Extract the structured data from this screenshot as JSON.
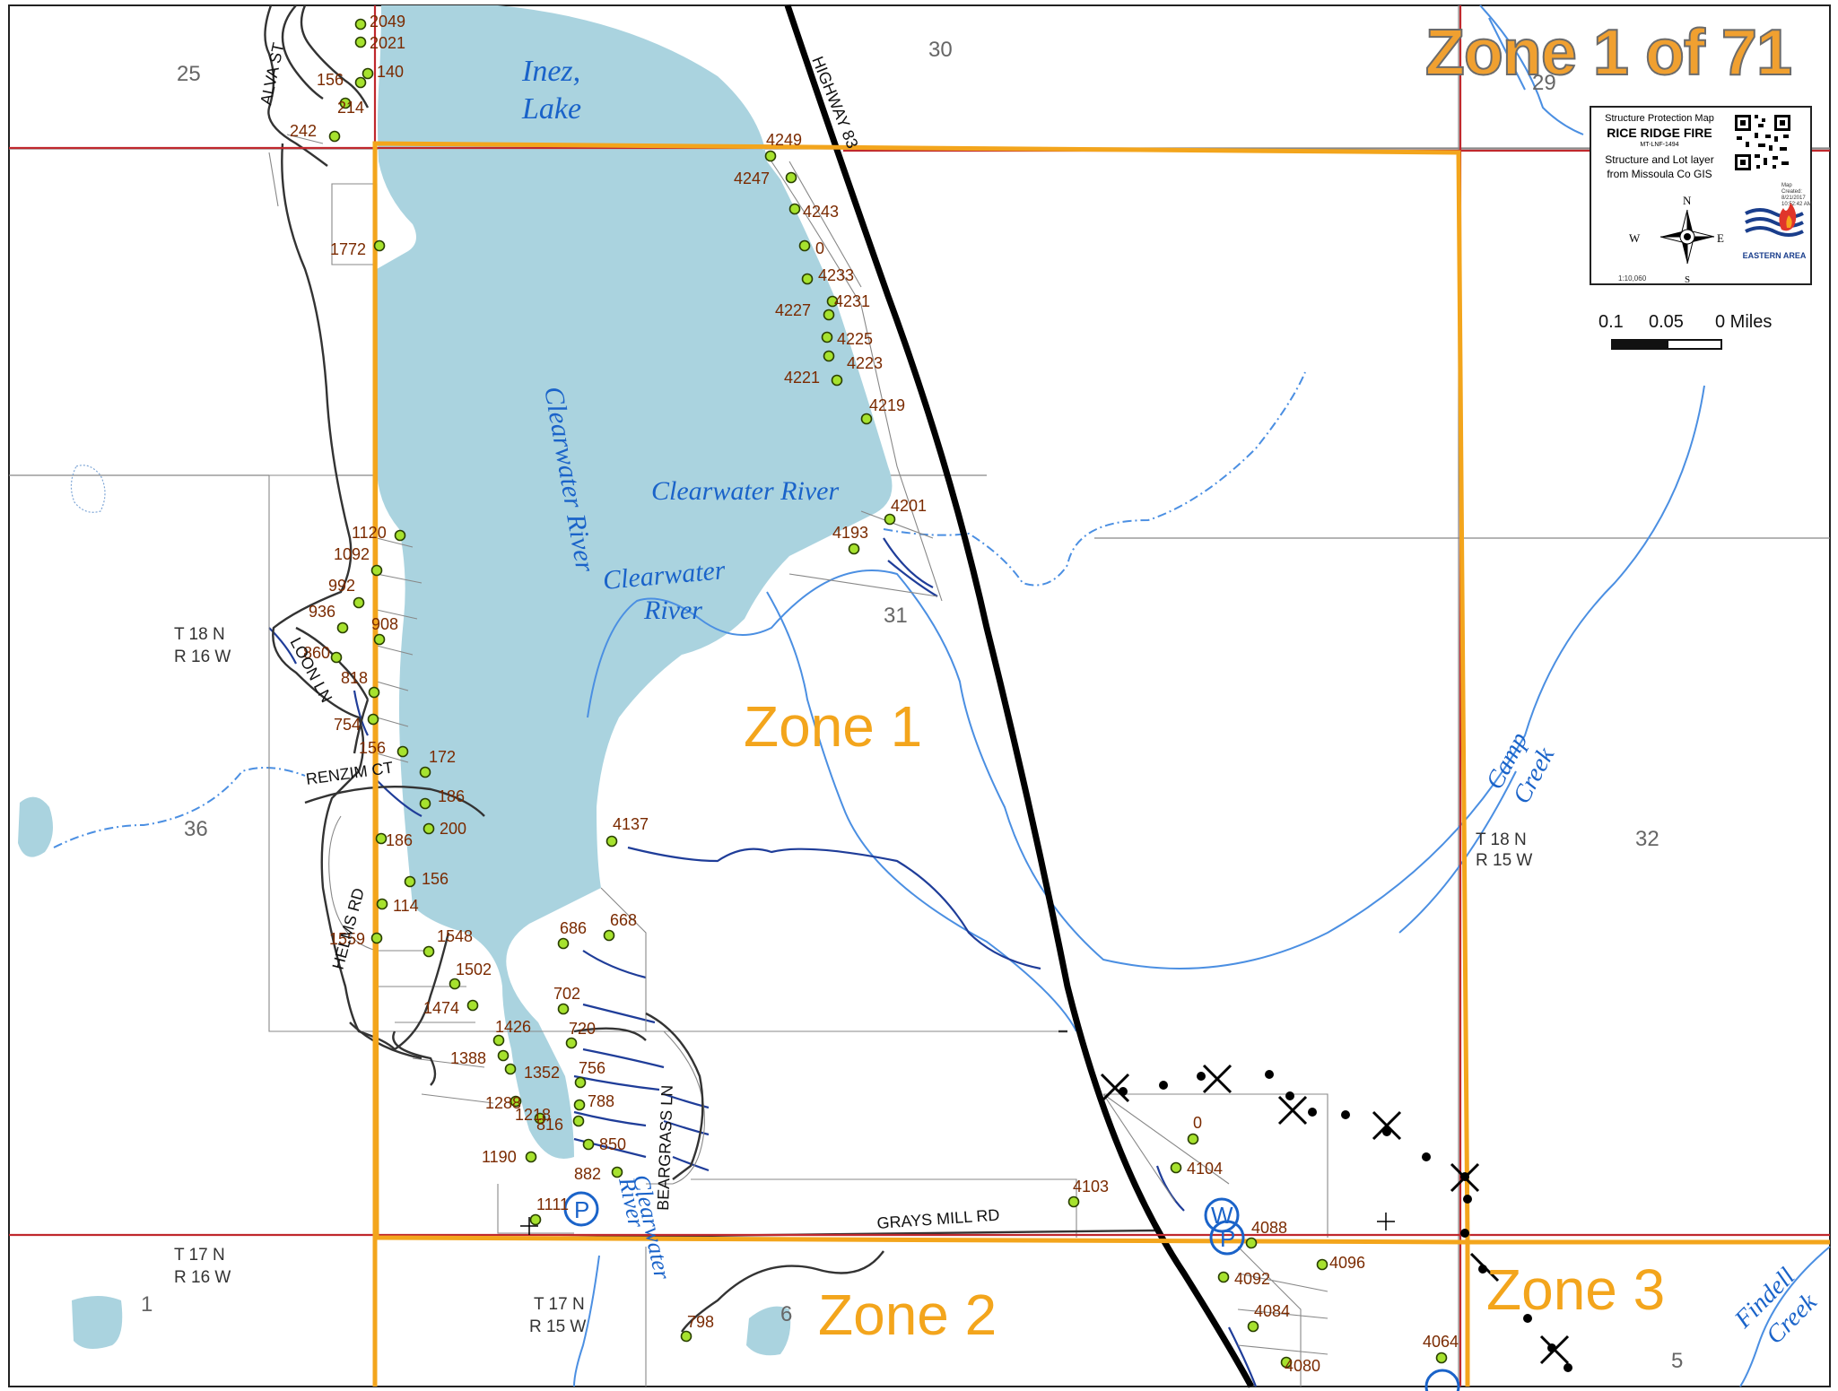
{
  "title": "Zone 1 of 71",
  "legend": {
    "line1": "Structure Protection Map",
    "fire_name": "RICE RIDGE FIRE",
    "incident_id": "MT-LNF-1494",
    "layer_note": "Structure and Lot layer from Missoula Co GIS",
    "map_created": "Map Created: 8/21/2017 10:52:42 AM",
    "scale_ratio": "1:10,060",
    "agency": "EASTERN AREA",
    "north": "N",
    "south": "S",
    "east": "E",
    "west": "W"
  },
  "scalebar": {
    "t1": "0.1",
    "t2": "0.05",
    "t3": "0 Miles"
  },
  "sections": [
    "25",
    "30",
    "29",
    "36",
    "31",
    "32",
    "1",
    "6",
    "5"
  ],
  "townships": [
    {
      "t": "T 18 N",
      "r": "R 16 W"
    },
    {
      "t": "T 18 N",
      "r": "R 15 W"
    },
    {
      "t": "T 17 N",
      "r": "R 16 W"
    },
    {
      "t": "T 17 N",
      "r": "R 15 W"
    }
  ],
  "water": {
    "lake": [
      "Inez,",
      "Lake"
    ],
    "river_vertical": "Clearwater River",
    "river_mid": "Clearwater River",
    "river_left": [
      "Clearwater",
      "River"
    ],
    "river_bottom": [
      "Clearwater",
      "River"
    ],
    "camp_creek": [
      "Camp",
      "Creek"
    ],
    "findell_creek": [
      "Findell",
      "Creek"
    ]
  },
  "roads": {
    "alva": "ALVA ST",
    "highway": "HIGHWAY 83",
    "loon": "LOON LN",
    "renzim": "RENZIM CT",
    "helms": "HELMS RD",
    "beargrass": "BEARGRASS LN",
    "grays": "GRAYS MILL RD"
  },
  "zones": [
    "Zone 1",
    "Zone 2",
    "Zone 3"
  ],
  "structures": [
    "2049",
    "2021",
    "140",
    "156",
    "214",
    "242",
    "1772",
    "4249",
    "4247",
    "4243",
    "0",
    "4233",
    "4231",
    "4227",
    "4225",
    "4223",
    "4221",
    "4219",
    "4201",
    "4193",
    "1120",
    "1092",
    "992",
    "936",
    "908",
    "860",
    "818",
    "754",
    "156",
    "172",
    "186",
    "200",
    "186",
    "156",
    "114",
    "1548",
    "1559",
    "1502",
    "1474",
    "1426",
    "1388",
    "1352",
    "1288",
    "1218",
    "1190",
    "1111",
    "816",
    "850",
    "882",
    "756",
    "788",
    "720",
    "702",
    "686",
    "668",
    "4137",
    "0",
    "4104",
    "4103",
    "4088",
    "4096",
    "4092",
    "4084",
    "4080",
    "4064",
    "798"
  ]
}
